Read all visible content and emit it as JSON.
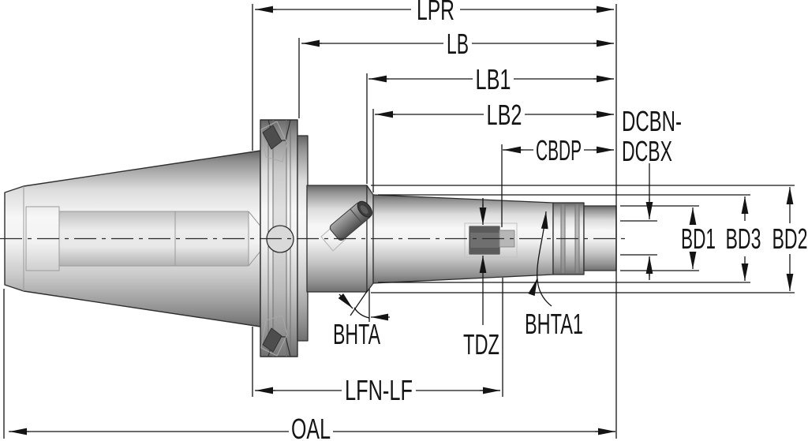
{
  "diagram": {
    "type": "technical-dimension-drawing",
    "subject": "CNC tool holder (taper shank with V-flange, neck, tapered nose, ring grooves and pilot) shown in side view with dimension callouts",
    "labels": {
      "lpr": "LPR",
      "lb": "LB",
      "lb1": "LB1",
      "lb2": "LB2",
      "cbdp": "CBDP",
      "dcb_line1": "DCBN-",
      "dcb_line2": "DCBX",
      "bd1": "BD1",
      "bd3": "BD3",
      "bd2": "BD2",
      "bhta": "BHTA",
      "tdz": "TDZ",
      "bhta1": "BHTA1",
      "lfn_lf": "LFN-LF",
      "oal": "OAL"
    },
    "colors": {
      "background": "#ffffff",
      "line": "#141414",
      "outline": "#2e2e2e",
      "metal_light": "#f7f7f7",
      "metal_mid": "#c7c7c7",
      "metal_dark": "#6f6f6f",
      "pocket_dark": "#4d4d4d",
      "block_gray": "#6f6f6f"
    }
  }
}
